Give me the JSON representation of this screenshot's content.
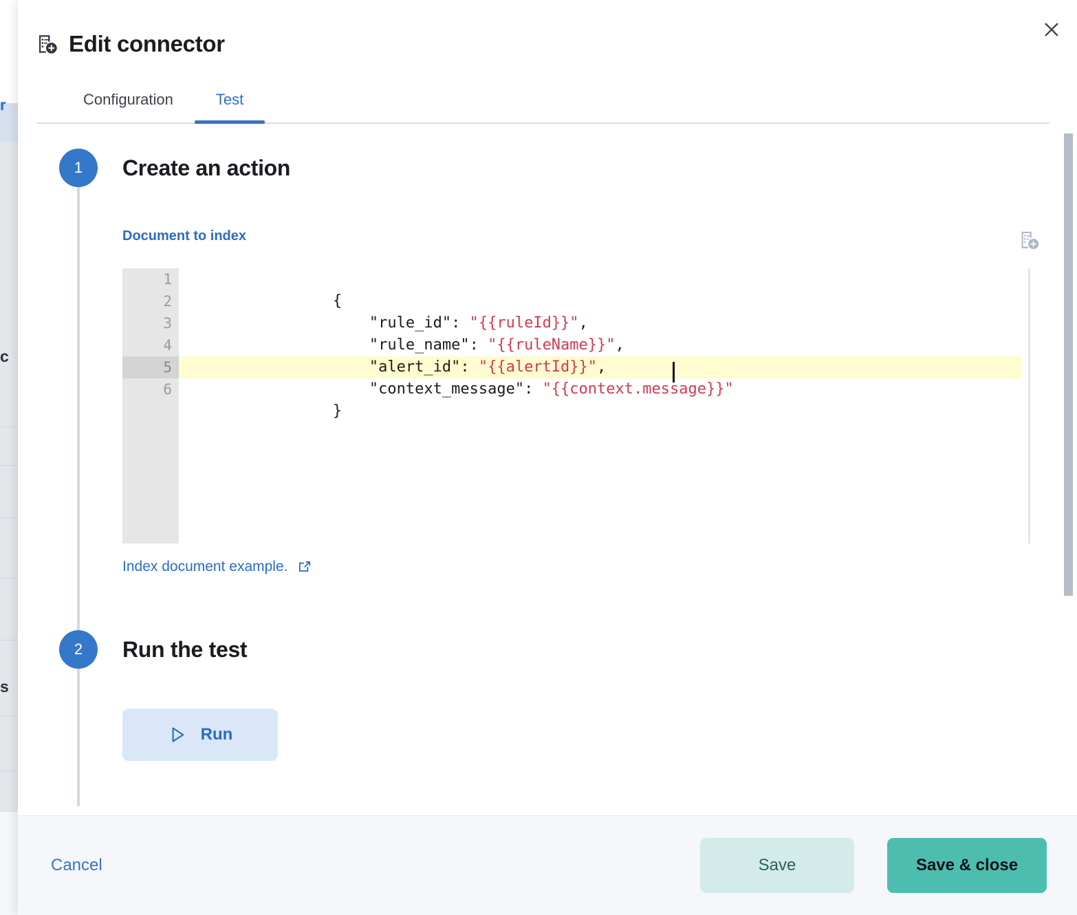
{
  "header": {
    "icon": "index-document-add-icon",
    "title": "Edit connector",
    "close_icon": "close-icon"
  },
  "tabs": [
    {
      "id": "configuration",
      "label": "Configuration",
      "active": false
    },
    {
      "id": "test",
      "label": "Test",
      "active": true
    }
  ],
  "steps": [
    {
      "number": "1",
      "title": "Create an action"
    },
    {
      "number": "2",
      "title": "Run the test"
    }
  ],
  "editor": {
    "label": "Document to index",
    "expand_icon": "index-document-add-icon",
    "active_line": 5,
    "cursor_line": 5,
    "lines": [
      {
        "number": "1",
        "text": "{",
        "foldable": true
      },
      {
        "number": "2",
        "key": "    \"rule_id\": ",
        "value": "\"{{ruleId}}\"",
        "suffix": ","
      },
      {
        "number": "3",
        "key": "    \"rule_name\": ",
        "value": "\"{{ruleName}}\"",
        "suffix": ","
      },
      {
        "number": "4",
        "key": "    \"alert_id\": ",
        "value": "\"{{alertId}}\"",
        "suffix": ","
      },
      {
        "number": "5",
        "key": "    \"context_message\": ",
        "value": "\"{{context.message}}\"",
        "suffix": ""
      },
      {
        "number": "6",
        "text": "}",
        "foldable": false
      }
    ],
    "raw": "{\n    \"rule_id\": \"{{ruleId}}\",\n    \"rule_name\": \"{{ruleName}}\",\n    \"alert_id\": \"{{alertId}}\",\n    \"context_message\": \"{{context.message}}\"\n}"
  },
  "example_link": {
    "label": "Index document example.",
    "icon": "external-link-icon"
  },
  "run": {
    "label": "Run",
    "icon": "play-icon"
  },
  "footer": {
    "cancel_label": "Cancel",
    "save_label": "Save",
    "save_close_label": "Save & close"
  },
  "background": {
    "blue_fragment": "r",
    "fragment_a": "c",
    "fragment_b": "s"
  },
  "colors": {
    "accent_blue": "#3577c9",
    "link_blue": "#2b6bc4",
    "string_red": "#cf3b53",
    "save_teal": "#4dbdb0",
    "save_teal_light": "#d3ece9",
    "run_blue_light": "#d9e7f8",
    "highlight_yellow": "#fffccf",
    "gutter_gray": "#e6e6e6",
    "scrollbar_gray": "#b4bcc8"
  }
}
